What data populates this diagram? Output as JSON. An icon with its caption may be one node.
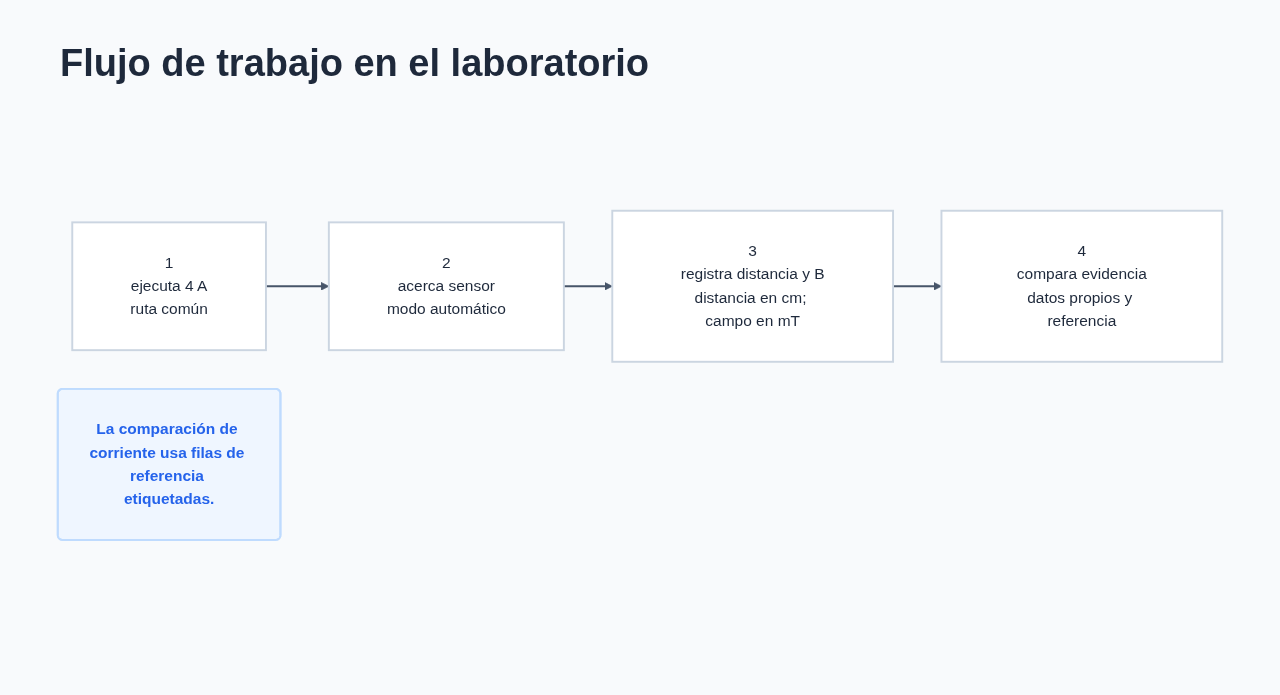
{
  "diagram": {
    "title": "Flujo de trabajo en el laboratorio",
    "nodes": [
      {
        "text": [
          "1",
          "ejecuta 4 A",
          "ruta común"
        ]
      },
      {
        "text": [
          "2",
          "acerca sensor",
          "modo automático"
        ]
      },
      {
        "text": [
          "3",
          "registra distancia y B",
          "distancia en cm; campo en mT"
        ]
      },
      {
        "text": [
          "4",
          "compara evidencia",
          "datos propios y referencia"
        ]
      },
      {
        "text": [
          "La comparación de corriente usa filas de referencia etiquetadas."
        ]
      }
    ],
    "edges": [
      {
        "from": 0,
        "to": 1,
        "arrow": "to"
      },
      {
        "from": 1,
        "to": 2,
        "arrow": "to"
      },
      {
        "from": 2,
        "to": 3,
        "arrow": "to"
      }
    ]
  }
}
